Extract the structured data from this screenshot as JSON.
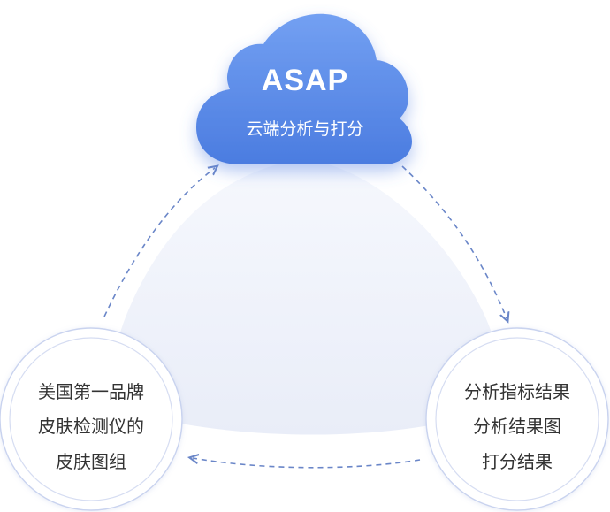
{
  "cloud": {
    "title": "ASAP",
    "subtitle": "云端分析与打分"
  },
  "left_node": {
    "lines": [
      "美国第一品牌",
      "皮肤检测仪的",
      "皮肤图组"
    ]
  },
  "right_node": {
    "lines": [
      "分析指标结果",
      "分析结果图",
      "打分结果"
    ]
  },
  "colors": {
    "cloud_top": "#6e9bf0",
    "cloud_bottom": "#4a7be0",
    "circle_ring": "#c9d3ef",
    "triangle_fill": "#eef1fa",
    "arrow": "#6a86c8"
  }
}
